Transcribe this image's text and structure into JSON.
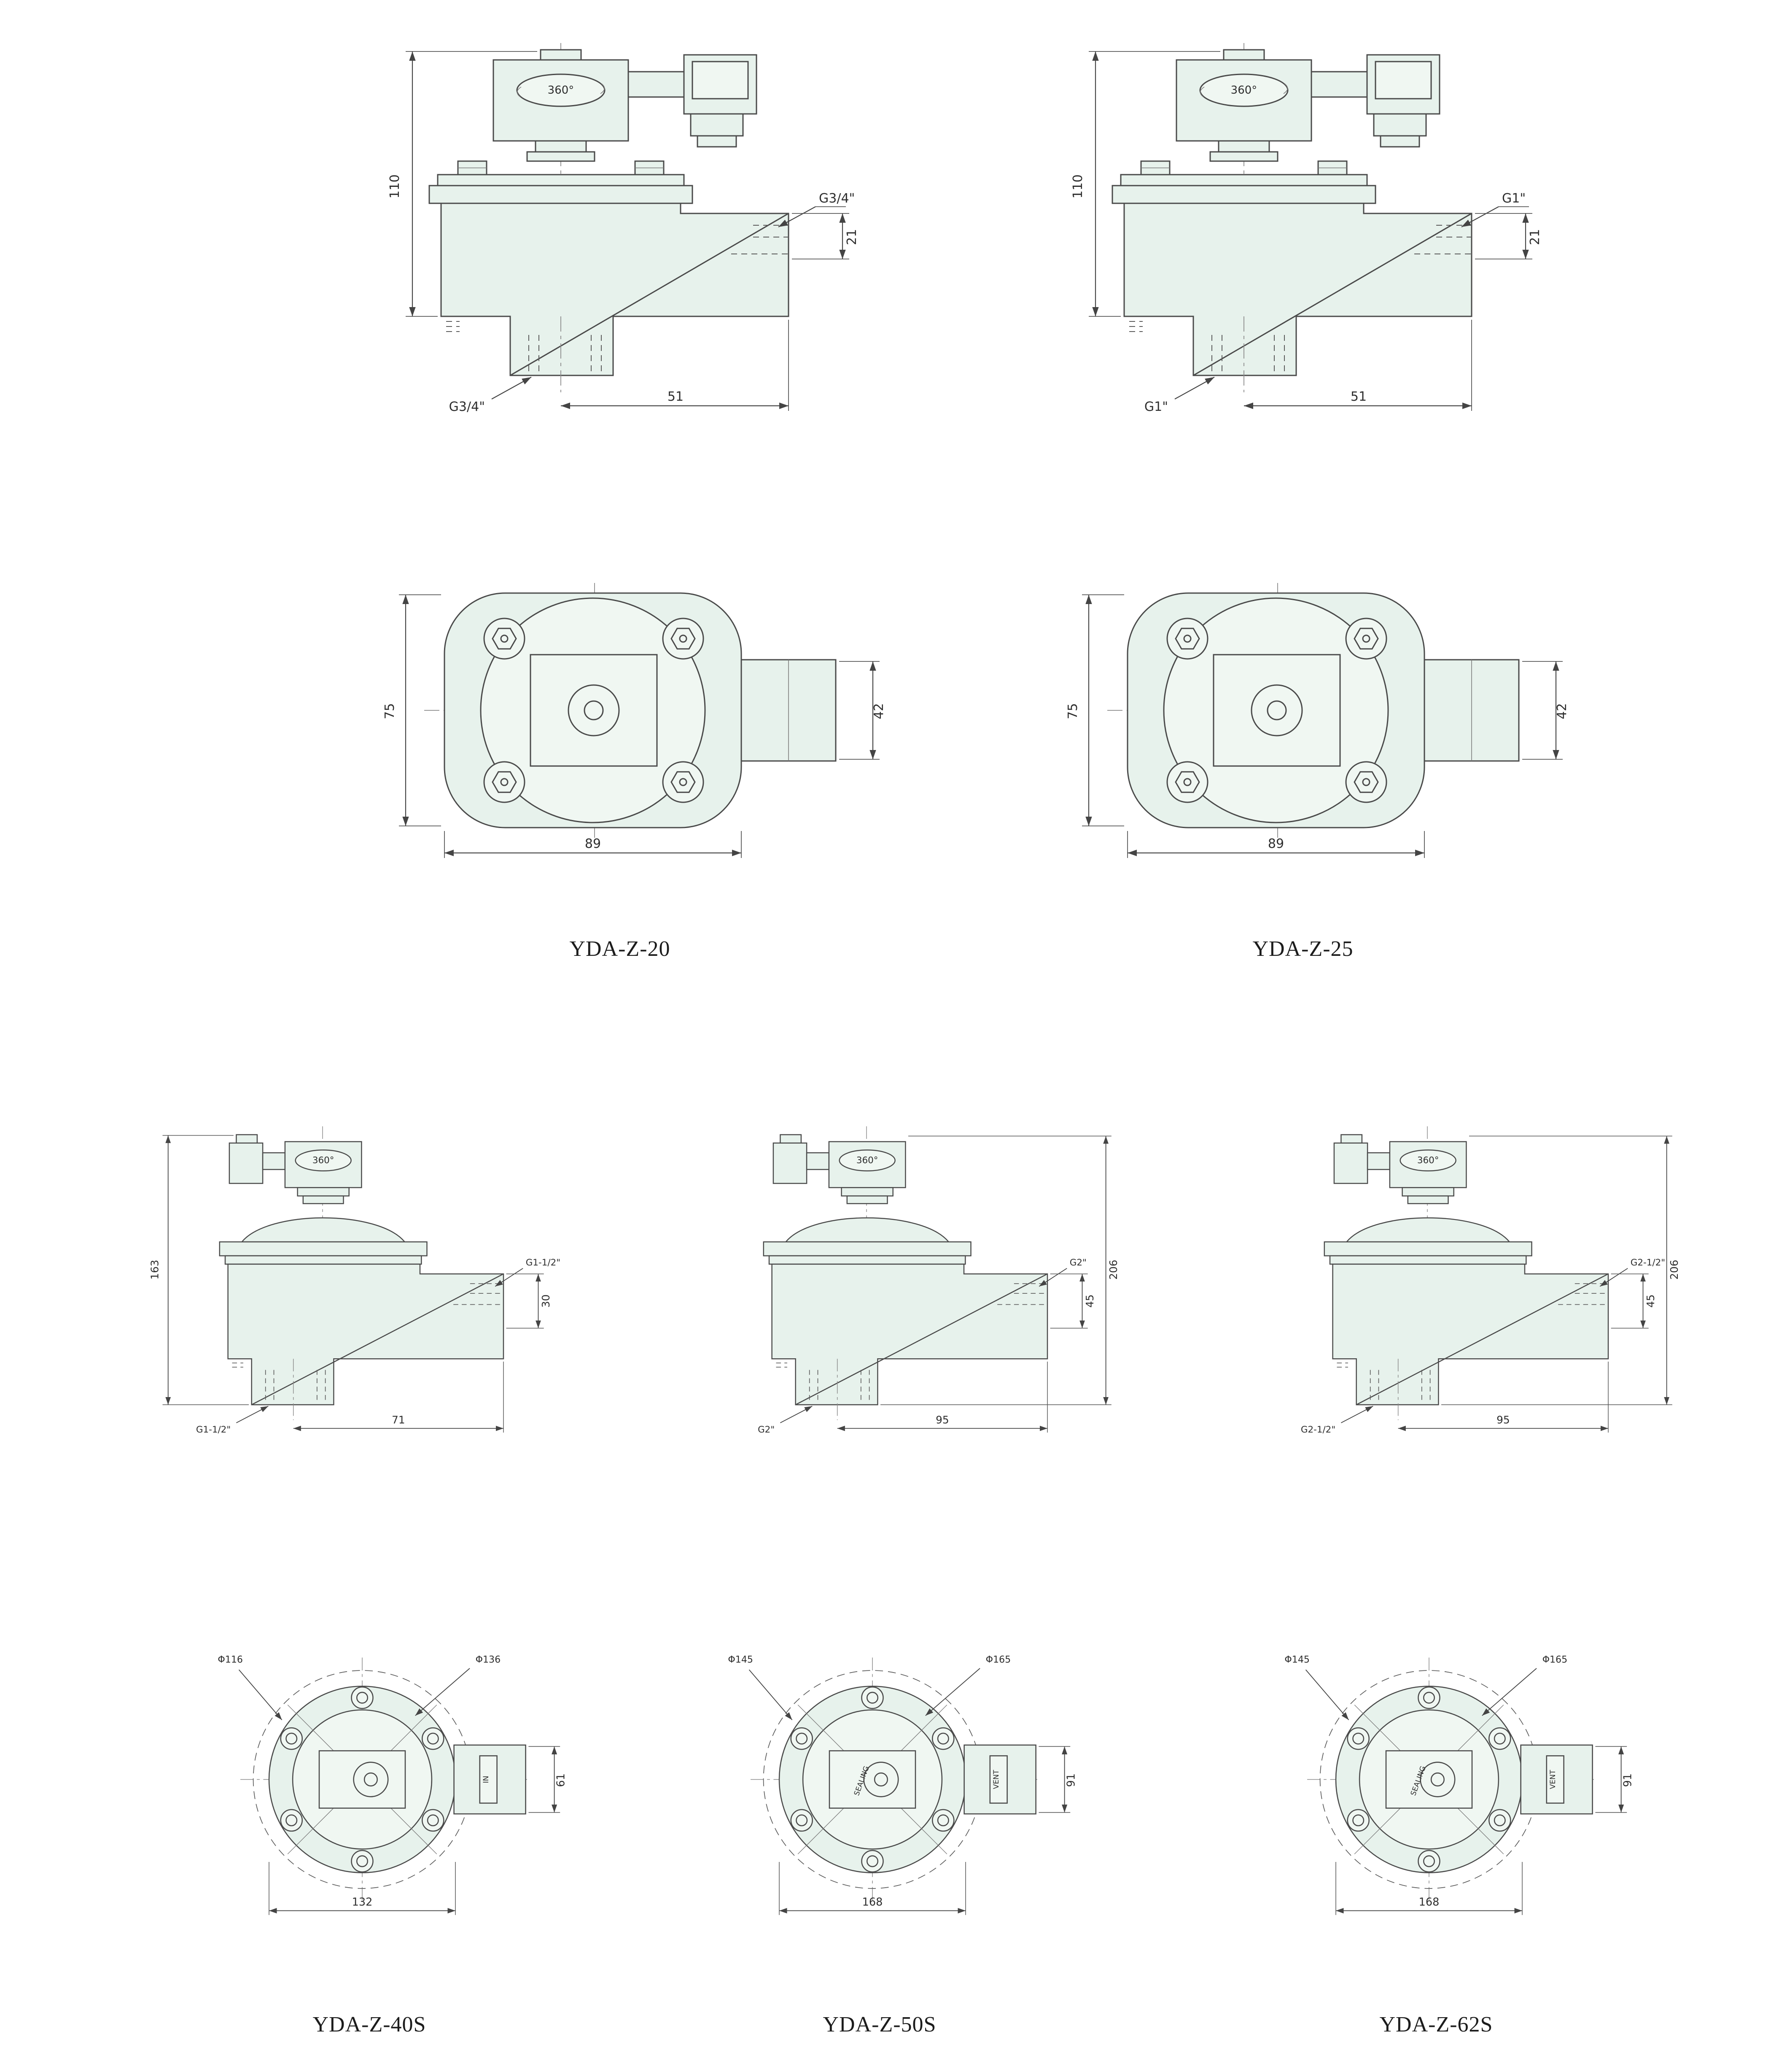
{
  "page": {
    "background": "#ffffff",
    "line_color": "#4a4a4a",
    "valve_fill_color": "#e7f2ec"
  },
  "models": [
    {
      "caption": "YDA-Z-20",
      "side": {
        "rotation": "360°",
        "height": "110",
        "port_side": "G3/4\"",
        "port_offset": "21",
        "port_bottom": "G3/4\"",
        "center_to_outlet": "51"
      },
      "plan": {
        "body_height": "75",
        "outlet_height": "42",
        "body_width": "89"
      }
    },
    {
      "caption": "YDA-Z-25",
      "side": {
        "rotation": "360°",
        "height": "110",
        "port_side": "G1\"",
        "port_offset": "21",
        "port_bottom": "G1\"",
        "center_to_outlet": "51"
      },
      "plan": {
        "body_height": "75",
        "outlet_height": "42",
        "body_width": "89"
      }
    },
    {
      "caption": "YDA-Z-40S",
      "side": {
        "rotation": "360°",
        "height": "163",
        "port_side": "G1-1/2\"",
        "port_offset": "30",
        "port_bottom": "G1-1/2\"",
        "center_to_outlet": "71"
      },
      "plan": {
        "inner_diameter": "Φ116",
        "outer_diameter": "Φ136",
        "outlet_height": "61",
        "body_width": "132",
        "port_label": "IN",
        "center_label": ""
      }
    },
    {
      "caption": "YDA-Z-50S",
      "side": {
        "rotation": "360°",
        "height": "206",
        "port_side": "G2\"",
        "port_offset": "45",
        "port_bottom": "G2\"",
        "center_to_outlet": "95"
      },
      "plan": {
        "inner_diameter": "Φ145",
        "outer_diameter": "Φ165",
        "outlet_height": "91",
        "body_width": "168",
        "port_label": "VENT",
        "center_label": "SEALING"
      }
    },
    {
      "caption": "YDA-Z-62S",
      "side": {
        "rotation": "360°",
        "height": "206",
        "port_side": "G2-1/2\"",
        "port_offset": "45",
        "port_bottom": "G2-1/2\"",
        "center_to_outlet": "95"
      },
      "plan": {
        "inner_diameter": "Φ145",
        "outer_diameter": "Φ165",
        "outlet_height": "91",
        "body_width": "168",
        "port_label": "VENT",
        "center_label": "SEALING"
      }
    }
  ]
}
